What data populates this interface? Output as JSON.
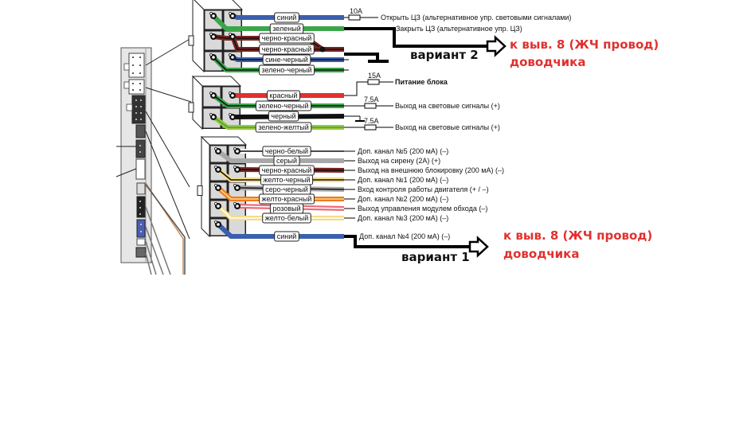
{
  "colors": {
    "blue": "#3b5fae",
    "green": "#3aa64a",
    "dark_red": "#7a2420",
    "red": "#e0312f",
    "black": "#111111",
    "yellow_green": "#9cc83a",
    "gray": "#a8a8a8",
    "yellow_light": "#f4dc8c",
    "orange": "#ef7a1e",
    "pink": "#ee6a78",
    "white": "#ffffff",
    "note_red": "#e0312f"
  },
  "connector1": {
    "wires": [
      {
        "label": "синий",
        "color": "blue",
        "stripe": null,
        "fuse": "10A",
        "description": "Открыть ЦЗ (альтернативное упр. световыми сигналами)"
      },
      {
        "label": "зеленый",
        "color": "green",
        "stripe": null,
        "fuse": null,
        "description": "Закрыть ЦЗ (альтернативное упр. ЦЗ)"
      },
      {
        "label": "черно-красный",
        "color": "dark_red",
        "stripe": "black",
        "fuse": null,
        "description": ""
      },
      {
        "label": "черно-красный",
        "color": "dark_red",
        "stripe": "black",
        "fuse": null,
        "description": ""
      },
      {
        "label": "сине-черный",
        "color": "blue",
        "stripe": "black",
        "fuse": null,
        "description": ""
      },
      {
        "label": "зелено-черный",
        "color": "green",
        "stripe": "black",
        "fuse": null,
        "description": ""
      }
    ]
  },
  "connector2": {
    "wires": [
      {
        "label": "красный",
        "color": "red",
        "stripe": null,
        "fuse": "15A",
        "description": "Питание блока"
      },
      {
        "label": "зелено-черный",
        "color": "green",
        "stripe": "black",
        "fuse": "7.5A",
        "description": "Выход на световые сигналы (+)"
      },
      {
        "label": "черный",
        "color": "black",
        "stripe": null,
        "fuse": null,
        "description": ""
      },
      {
        "label": "зелено-желтый",
        "color": "yellow_green",
        "stripe": "green",
        "fuse": "7.5A",
        "description": "Выход на световые сигналы (+)"
      }
    ]
  },
  "connector3": {
    "wires": [
      {
        "label": "черно-белый",
        "color": "white",
        "stripe": "black",
        "description": "Доп. канал №5 (200 мА) (–)"
      },
      {
        "label": "серый",
        "color": "gray",
        "stripe": null,
        "description": "Выход на сирену (2А) (+)"
      },
      {
        "label": "черно-красный",
        "color": "dark_red",
        "stripe": "black",
        "description": "Выход на  внешнюю блокировку (200 мА) (–)"
      },
      {
        "label": "желто-черный",
        "color": "yellow_light",
        "stripe": "black",
        "description": "Доп. канал №1  (200 мА) (–)"
      },
      {
        "label": "серо-черный",
        "color": "gray",
        "stripe": "black",
        "description": "Вход контроля работы двигателя (+ / –)"
      },
      {
        "label": "желто-красный",
        "color": "orange",
        "stripe": "yellow_light",
        "description": "Доп. канал №2 (200 мА) (–)"
      },
      {
        "label": "розовый",
        "color": "pink",
        "stripe": "white",
        "description": "Выход управления модулем обхода (–)"
      },
      {
        "label": "желто-белый",
        "color": "yellow_light",
        "stripe": "white",
        "description": "Доп. канал №3 (200 мА) (–)"
      },
      {
        "label": "синий",
        "color": "blue",
        "stripe": null,
        "description": "Доп. канал №4 (200 мА) (–)"
      }
    ]
  },
  "annotations": {
    "variant2": "вариант 2",
    "variant1": "вариант 1",
    "note_top_line1": "к выв. 8 (ЖЧ провод)",
    "note_top_line2": "доводчика",
    "note_bottom_line1": "к выв. 8 (ЖЧ провод)",
    "note_bottom_line2": "доводчика"
  }
}
